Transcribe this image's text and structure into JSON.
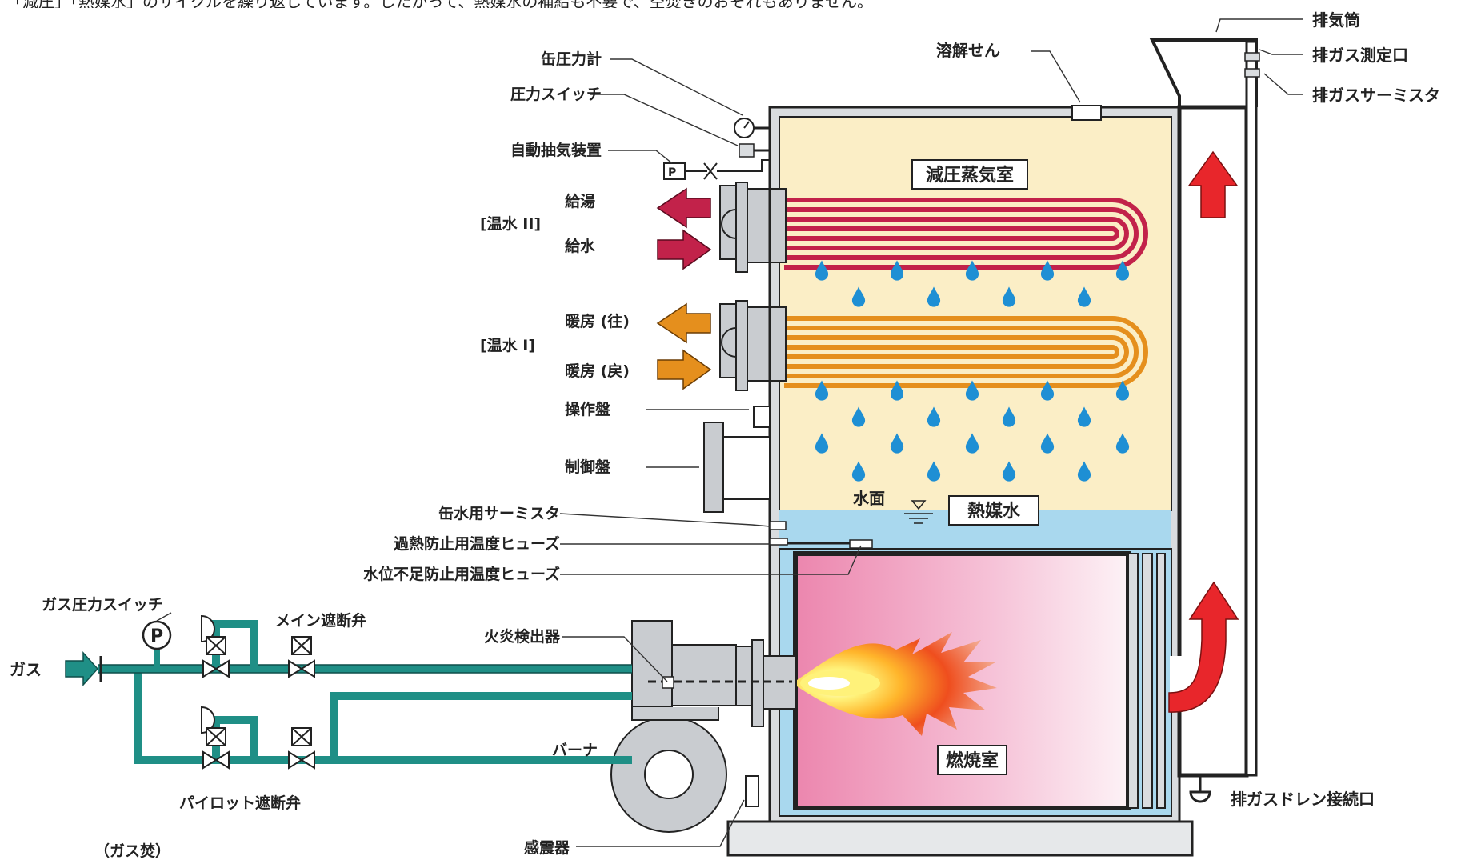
{
  "caption": "「減圧」「熱媒水」のサイクルを繰り返しています。したがって、熱媒水の補給も不要で、空焚きのおそれもありません。",
  "labels": {
    "exhaust_stack": "排気筒",
    "exhaust_measure_port": "排ガス測定口",
    "exhaust_thermistor": "排ガスサーミスタ",
    "melt_plug": "溶解せん",
    "can_pressure_gauge": "缶圧力計",
    "pressure_switch": "圧力スイッチ",
    "auto_air_vent": "自動抽気装置",
    "hot_supply": "給湯",
    "water_supply": "給水",
    "hot_water_2": "[温水 II]",
    "heating_out": "暖房 (往)",
    "heating_return": "暖房 (戻)",
    "hot_water_1": "[温水 I]",
    "control_panel_op": "操作盤",
    "control_board": "制御盤",
    "can_water_thermistor": "缶水用サーミスタ",
    "overheat_fuse": "過熱防止用温度ヒューズ",
    "low_water_fuse": "水位不足防止用温度ヒューズ",
    "gas_pressure_switch": "ガス圧力スイッチ",
    "main_shutoff_valve": "メイン遮断弁",
    "gas": "ガス",
    "flame_detector": "火炎検出器",
    "burner": "バーナ",
    "pilot_shutoff_valve": "パイロット遮断弁",
    "gas_fired": "（ガス焚）",
    "seismic_sensor": "感震器",
    "exhaust_drain": "排ガスドレン接続口",
    "decompression_chamber": "減圧蒸気室",
    "water_surface": "水面",
    "heat_medium_water": "熱媒水",
    "combustion_chamber": "燃焼室",
    "pressure_symbol": "P"
  },
  "colors": {
    "vapor_chamber": "#fbeec6",
    "heat_medium": "#a9d8ee",
    "combustion_pink": "#ef8fb6",
    "pipe_green": "#1f8f86",
    "tube_red": "#c2224a",
    "tube_orange": "#e58f1d",
    "arrow_red": "#e8262b",
    "droplet": "#1e8fd4",
    "flame": "#f07c1c",
    "steel": "#c9ccd0"
  }
}
